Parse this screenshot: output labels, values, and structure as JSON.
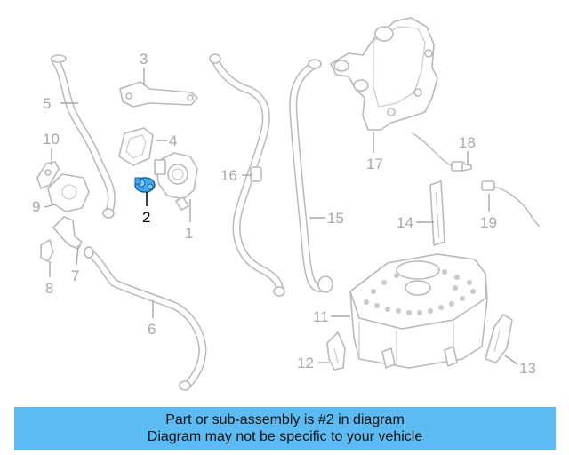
{
  "diagram": {
    "callouts": [
      {
        "id": "1",
        "label": "1"
      },
      {
        "id": "2",
        "label": "2"
      },
      {
        "id": "3",
        "label": "3"
      },
      {
        "id": "4",
        "label": "4"
      },
      {
        "id": "5",
        "label": "5"
      },
      {
        "id": "6",
        "label": "6"
      },
      {
        "id": "7",
        "label": "7"
      },
      {
        "id": "8",
        "label": "8"
      },
      {
        "id": "9",
        "label": "9"
      },
      {
        "id": "10",
        "label": "10"
      },
      {
        "id": "11",
        "label": "11"
      },
      {
        "id": "12",
        "label": "12"
      },
      {
        "id": "13",
        "label": "13"
      },
      {
        "id": "14",
        "label": "14"
      },
      {
        "id": "15",
        "label": "15"
      },
      {
        "id": "16",
        "label": "16"
      },
      {
        "id": "17",
        "label": "17"
      },
      {
        "id": "18",
        "label": "18"
      },
      {
        "id": "19",
        "label": "19"
      }
    ],
    "highlighted_part": "2",
    "highlight_color": "#3fa9f5",
    "part_color": "#b9b9b9"
  },
  "banner": {
    "line1": "Part or sub-assembly is #2 in diagram",
    "line2": "Diagram may not be specific to your vehicle",
    "background": "#5bbbf2"
  }
}
